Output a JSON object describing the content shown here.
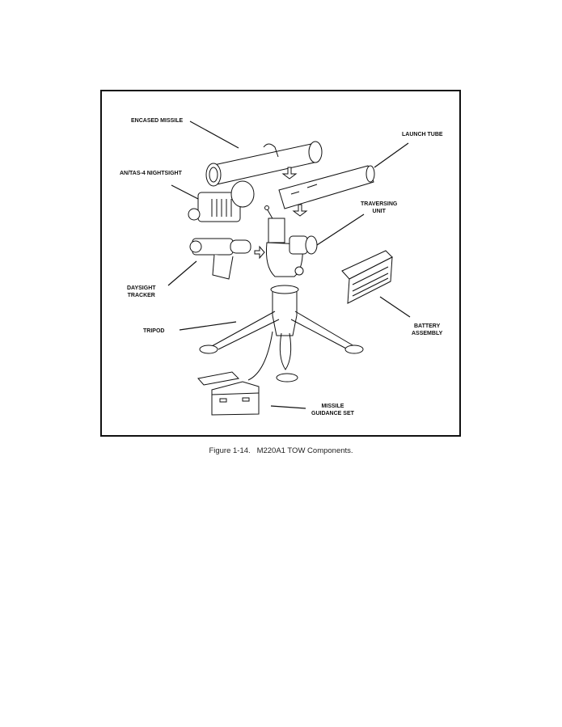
{
  "figure": {
    "caption": "Figure 1-14.   M220A1 TOW Components.",
    "labels": {
      "encased_missile": "ENCASED MISSILE",
      "launch_tube": "LAUNCH TUBE",
      "nightsight": "AN/TAS-4 NIGHTSIGHT",
      "traversing_unit_1": "TRAVERSING",
      "traversing_unit_2": "UNIT",
      "daysight_1": "DAYSIGHT",
      "daysight_2": "TRACKER",
      "tripod": "TRIPOD",
      "battery_1": "BATTERY",
      "battery_2": "ASSEMBLY",
      "guidance_1": "MISSILE",
      "guidance_2": "GUIDANCE SET"
    }
  }
}
